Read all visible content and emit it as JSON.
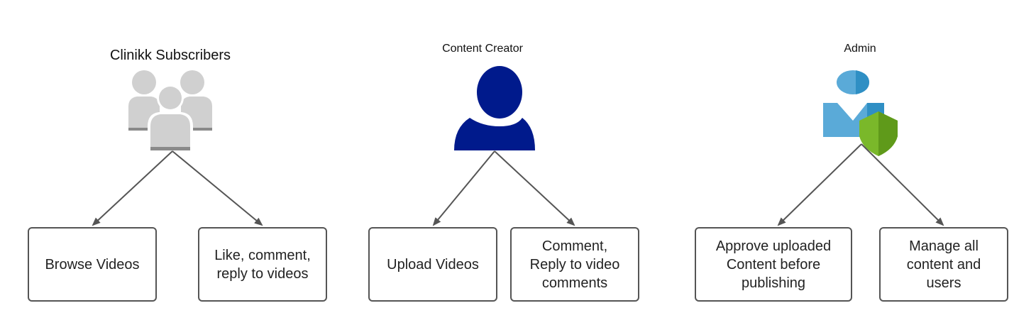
{
  "roles": [
    {
      "title": "Clinikk Subscribers",
      "icon": "users-group-icon",
      "actions": [
        "Browse Videos",
        "Like, comment,\nreply to videos"
      ]
    },
    {
      "title": "Content Creator",
      "icon": "person-icon",
      "actions": [
        "Upload Videos",
        "Comment,\nReply to video\ncomments"
      ]
    },
    {
      "title": "Admin",
      "icon": "admin-shield-icon",
      "actions": [
        "Approve uploaded\nContent before\npublishing",
        "Manage all\ncontent and\nusers"
      ]
    }
  ],
  "colors": {
    "arrow": "#555555",
    "box_border": "#555555",
    "subscribers_icon": "#d3d3d3",
    "creator_icon": "#001a8c",
    "admin_body": "#5aaad8",
    "admin_shield": "#7ab82a"
  }
}
